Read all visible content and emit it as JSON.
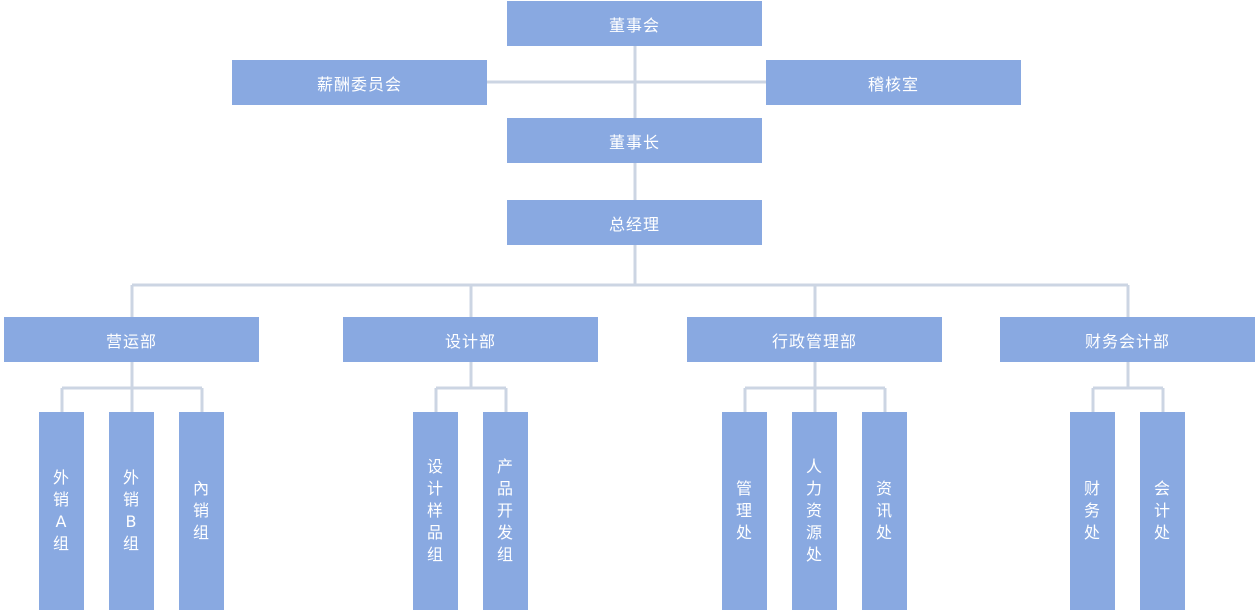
{
  "chart": {
    "board": "董事会",
    "compensation_committee": "薪酬委员会",
    "audit_office": "稽核室",
    "chairman": "董事长",
    "general_manager": "总经理",
    "departments": [
      {
        "label": "营运部",
        "units": [
          "外销A组",
          "外销B组",
          "內销组"
        ]
      },
      {
        "label": "设计部",
        "units": [
          "设计样品组",
          "产品开发组"
        ]
      },
      {
        "label": "行政管理部",
        "units": [
          "管理处",
          "人力资源处",
          "资讯处"
        ]
      },
      {
        "label": "财务会计部",
        "units": [
          "财务处",
          "会计处"
        ]
      }
    ]
  },
  "colors": {
    "box_fill": "#89a9e1",
    "connector": "#ccd5e3",
    "text": "#ffffff"
  }
}
